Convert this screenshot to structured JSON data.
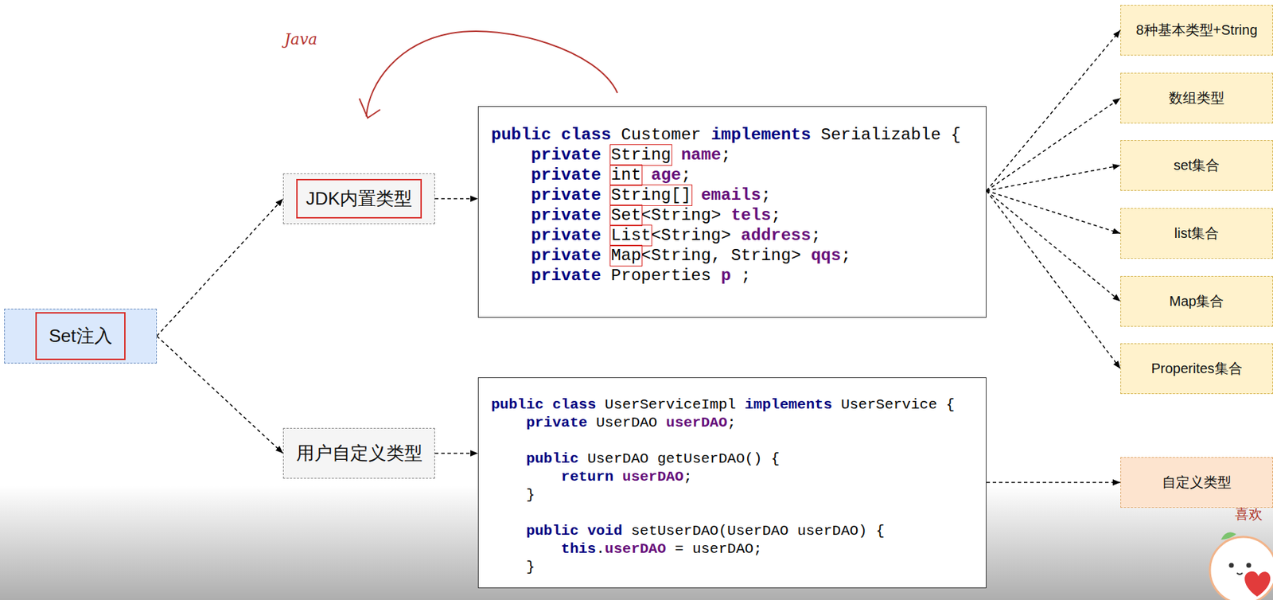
{
  "diagram": {
    "nodes": [
      {
        "text": [
          "Set注入"
        ]
      },
      {
        "text": [
          "JDK内置类型"
        ]
      },
      {
        "text": [
          "用户自定义类型"
        ]
      },
      {
        "text": [
          "public class Customer implements Serializable {",
          "private String name;",
          "private int age;",
          "private String[] emails;",
          "private Set<String> tels;",
          "private List<String> address;",
          "private Map<String, String> qqs;",
          "private Properties p ;"
        ]
      },
      {
        "text": [
          "public class UserServiceImpl implements UserService {",
          "private UserDAO userDAO;",
          "public UserDAO getUserDAO() {",
          "return userDAO;",
          "}",
          "public void setUserDAO(UserDAO userDAO) {",
          "this.userDAO = userDAO;",
          "}"
        ]
      },
      {
        "text": [
          "8种基本类型+String"
        ]
      },
      {
        "text": [
          "数组类型"
        ]
      },
      {
        "text": [
          "set集合"
        ]
      },
      {
        "text": [
          "list集合"
        ]
      },
      {
        "text": [
          "Map集合"
        ]
      },
      {
        "text": [
          "Properites集合"
        ]
      },
      {
        "text": [
          "自定义类型"
        ]
      }
    ],
    "edges": [
      {
        "from": 0,
        "to": 1,
        "arrow": "to"
      },
      {
        "from": 0,
        "to": 2,
        "arrow": "to"
      },
      {
        "from": 1,
        "to": 3,
        "arrow": "to"
      },
      {
        "from": 2,
        "to": 4,
        "arrow": "to"
      },
      {
        "from": 3,
        "to": 5,
        "arrow": "to"
      },
      {
        "from": 3,
        "to": 6,
        "arrow": "to"
      },
      {
        "from": 3,
        "to": 7,
        "arrow": "to"
      },
      {
        "from": 3,
        "to": 8,
        "arrow": "to"
      },
      {
        "from": 3,
        "to": 9,
        "arrow": "to"
      },
      {
        "from": 3,
        "to": 10,
        "arrow": "to"
      },
      {
        "from": 4,
        "to": 11,
        "arrow": "to"
      }
    ],
    "labels": [
      "Java",
      "喜欢"
    ]
  }
}
